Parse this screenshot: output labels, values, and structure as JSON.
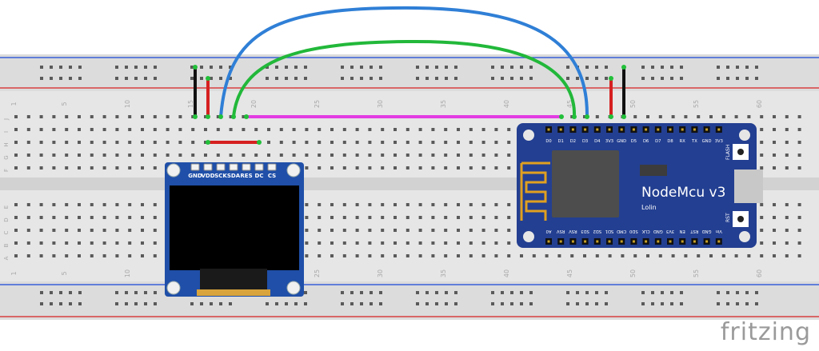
{
  "breadboard": {
    "column_numbers": [
      "1",
      "5",
      "10",
      "15",
      "20",
      "25",
      "30",
      "35",
      "40",
      "45",
      "50",
      "55",
      "60"
    ],
    "row_letters_top": [
      "J",
      "I",
      "H",
      "G",
      "F"
    ],
    "row_letters_bottom": [
      "E",
      "D",
      "C",
      "B",
      "A"
    ]
  },
  "oled": {
    "pin_labels": [
      "GND",
      "VDD",
      "SCK",
      "SDA",
      "RES",
      "DC",
      "CS"
    ]
  },
  "nodemcu": {
    "name": "NodeMcu v3",
    "maker": "Lolin",
    "top_pins": [
      "D0",
      "D1",
      "D2",
      "D3",
      "D4",
      "3V3",
      "GND",
      "D5",
      "D6",
      "D7",
      "D8",
      "RX",
      "TX",
      "GND",
      "3V3"
    ],
    "bottom_pins": [
      "A0",
      "RSV",
      "RSV",
      "SD3",
      "SD2",
      "SD1",
      "CMD",
      "SD0",
      "CLK",
      "GND",
      "3V3",
      "EN",
      "RST",
      "GND",
      "Vin"
    ],
    "flash_label": "FLASH",
    "rst_label": "RST"
  },
  "wires": {
    "colors": {
      "blue": "#2f7fd6",
      "green": "#22b83a",
      "magenta": "#e23ce2",
      "red": "#d62020",
      "black": "#111111"
    }
  },
  "logo": {
    "text": "fritzing"
  }
}
